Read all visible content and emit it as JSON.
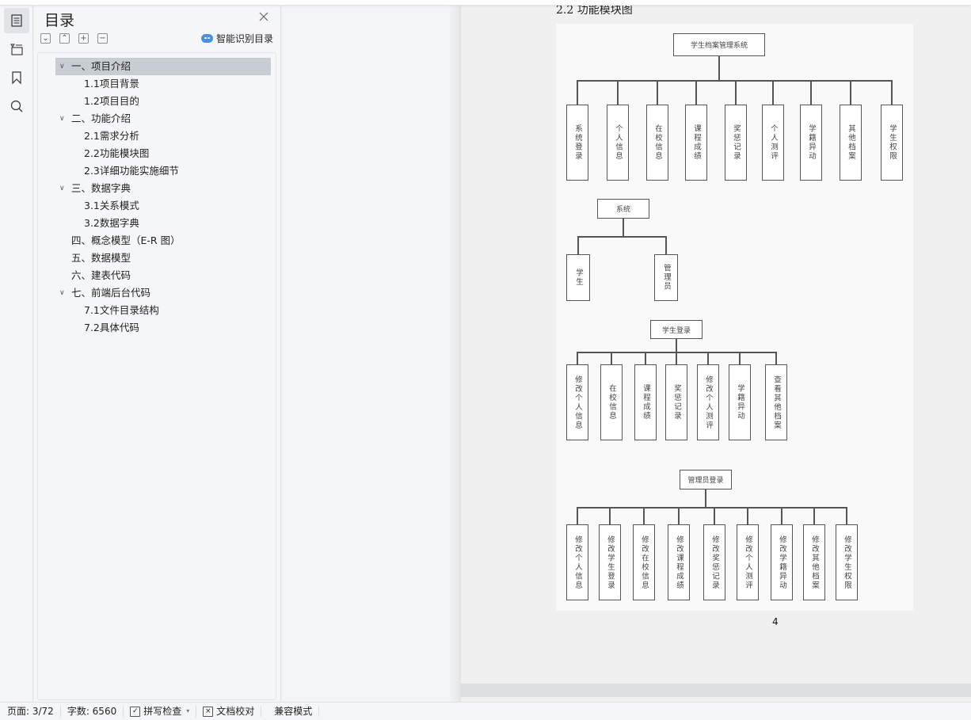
{
  "toc_panel": {
    "title": "目录",
    "smart_toc_label": "智能识别目录",
    "tools": [
      {
        "name": "collapse-all",
        "glyph": "⌄"
      },
      {
        "name": "expand-up",
        "glyph": "⌃"
      },
      {
        "name": "add",
        "glyph": "+"
      },
      {
        "name": "remove",
        "glyph": "−"
      }
    ],
    "items": [
      {
        "label": "一、项目介绍",
        "level": 1,
        "expanded": true,
        "selected": true
      },
      {
        "label": "1.1项目背景",
        "level": 2
      },
      {
        "label": "1.2项目目的",
        "level": 2
      },
      {
        "label": "二、功能介绍",
        "level": 1,
        "expanded": true
      },
      {
        "label": "2.1需求分析",
        "level": 2
      },
      {
        "label": "2.2功能模块图",
        "level": 2
      },
      {
        "label": "2.3详细功能实施细节",
        "level": 2
      },
      {
        "label": "三、数据字典",
        "level": 1,
        "expanded": true
      },
      {
        "label": "3.1关系模式",
        "level": 2
      },
      {
        "label": "3.2数据字典",
        "level": 2
      },
      {
        "label": "四、概念模型（E-R 图）",
        "level": 1,
        "expanded": false
      },
      {
        "label": "五、数据模型",
        "level": 1,
        "expanded": false
      },
      {
        "label": "六、建表代码",
        "level": 1,
        "expanded": false
      },
      {
        "label": "七、前端后台代码",
        "level": 1,
        "expanded": true
      },
      {
        "label": "7.1文件目录结构",
        "level": 2
      },
      {
        "label": "7.2具体代码",
        "level": 2
      }
    ]
  },
  "document": {
    "section_heading": "2.2 功能模块图",
    "page_number": "4",
    "diagram": {
      "tree1": {
        "root": "学生档案管理系统",
        "children": [
          "系统登录",
          "个人信息",
          "在校信息",
          "课程成绩",
          "奖惩记录",
          "个人测评",
          "学籍异动",
          "其他档案",
          "学生权限"
        ]
      },
      "tree2": {
        "root": "系统",
        "children": [
          "学生",
          "管理员"
        ]
      },
      "tree3": {
        "root": "学生登录",
        "children": [
          "修改个人信息",
          "在校信息",
          "课程成绩",
          "奖惩记录",
          "修改个人测评",
          "学籍异动",
          "查看其他档案"
        ]
      },
      "tree4": {
        "root": "管理员登录",
        "children": [
          "修改个人信息",
          "修改学生登录",
          "修改在校信息",
          "修改课程成绩",
          "修改奖惩记录",
          "修改个人测评",
          "修改学籍异动",
          "修改其他档案",
          "修改学生权限"
        ]
      }
    }
  },
  "status_bar": {
    "page": "页面: 3/72",
    "word_count": "字数: 6560",
    "spell_check": "拼写检查",
    "doc_proof": "文档校对",
    "compat_mode": "兼容模式"
  },
  "colors": {
    "accent": "#4a90e2",
    "selected_row": "#c8cdd3",
    "panel_bg": "#f5f6f8"
  }
}
